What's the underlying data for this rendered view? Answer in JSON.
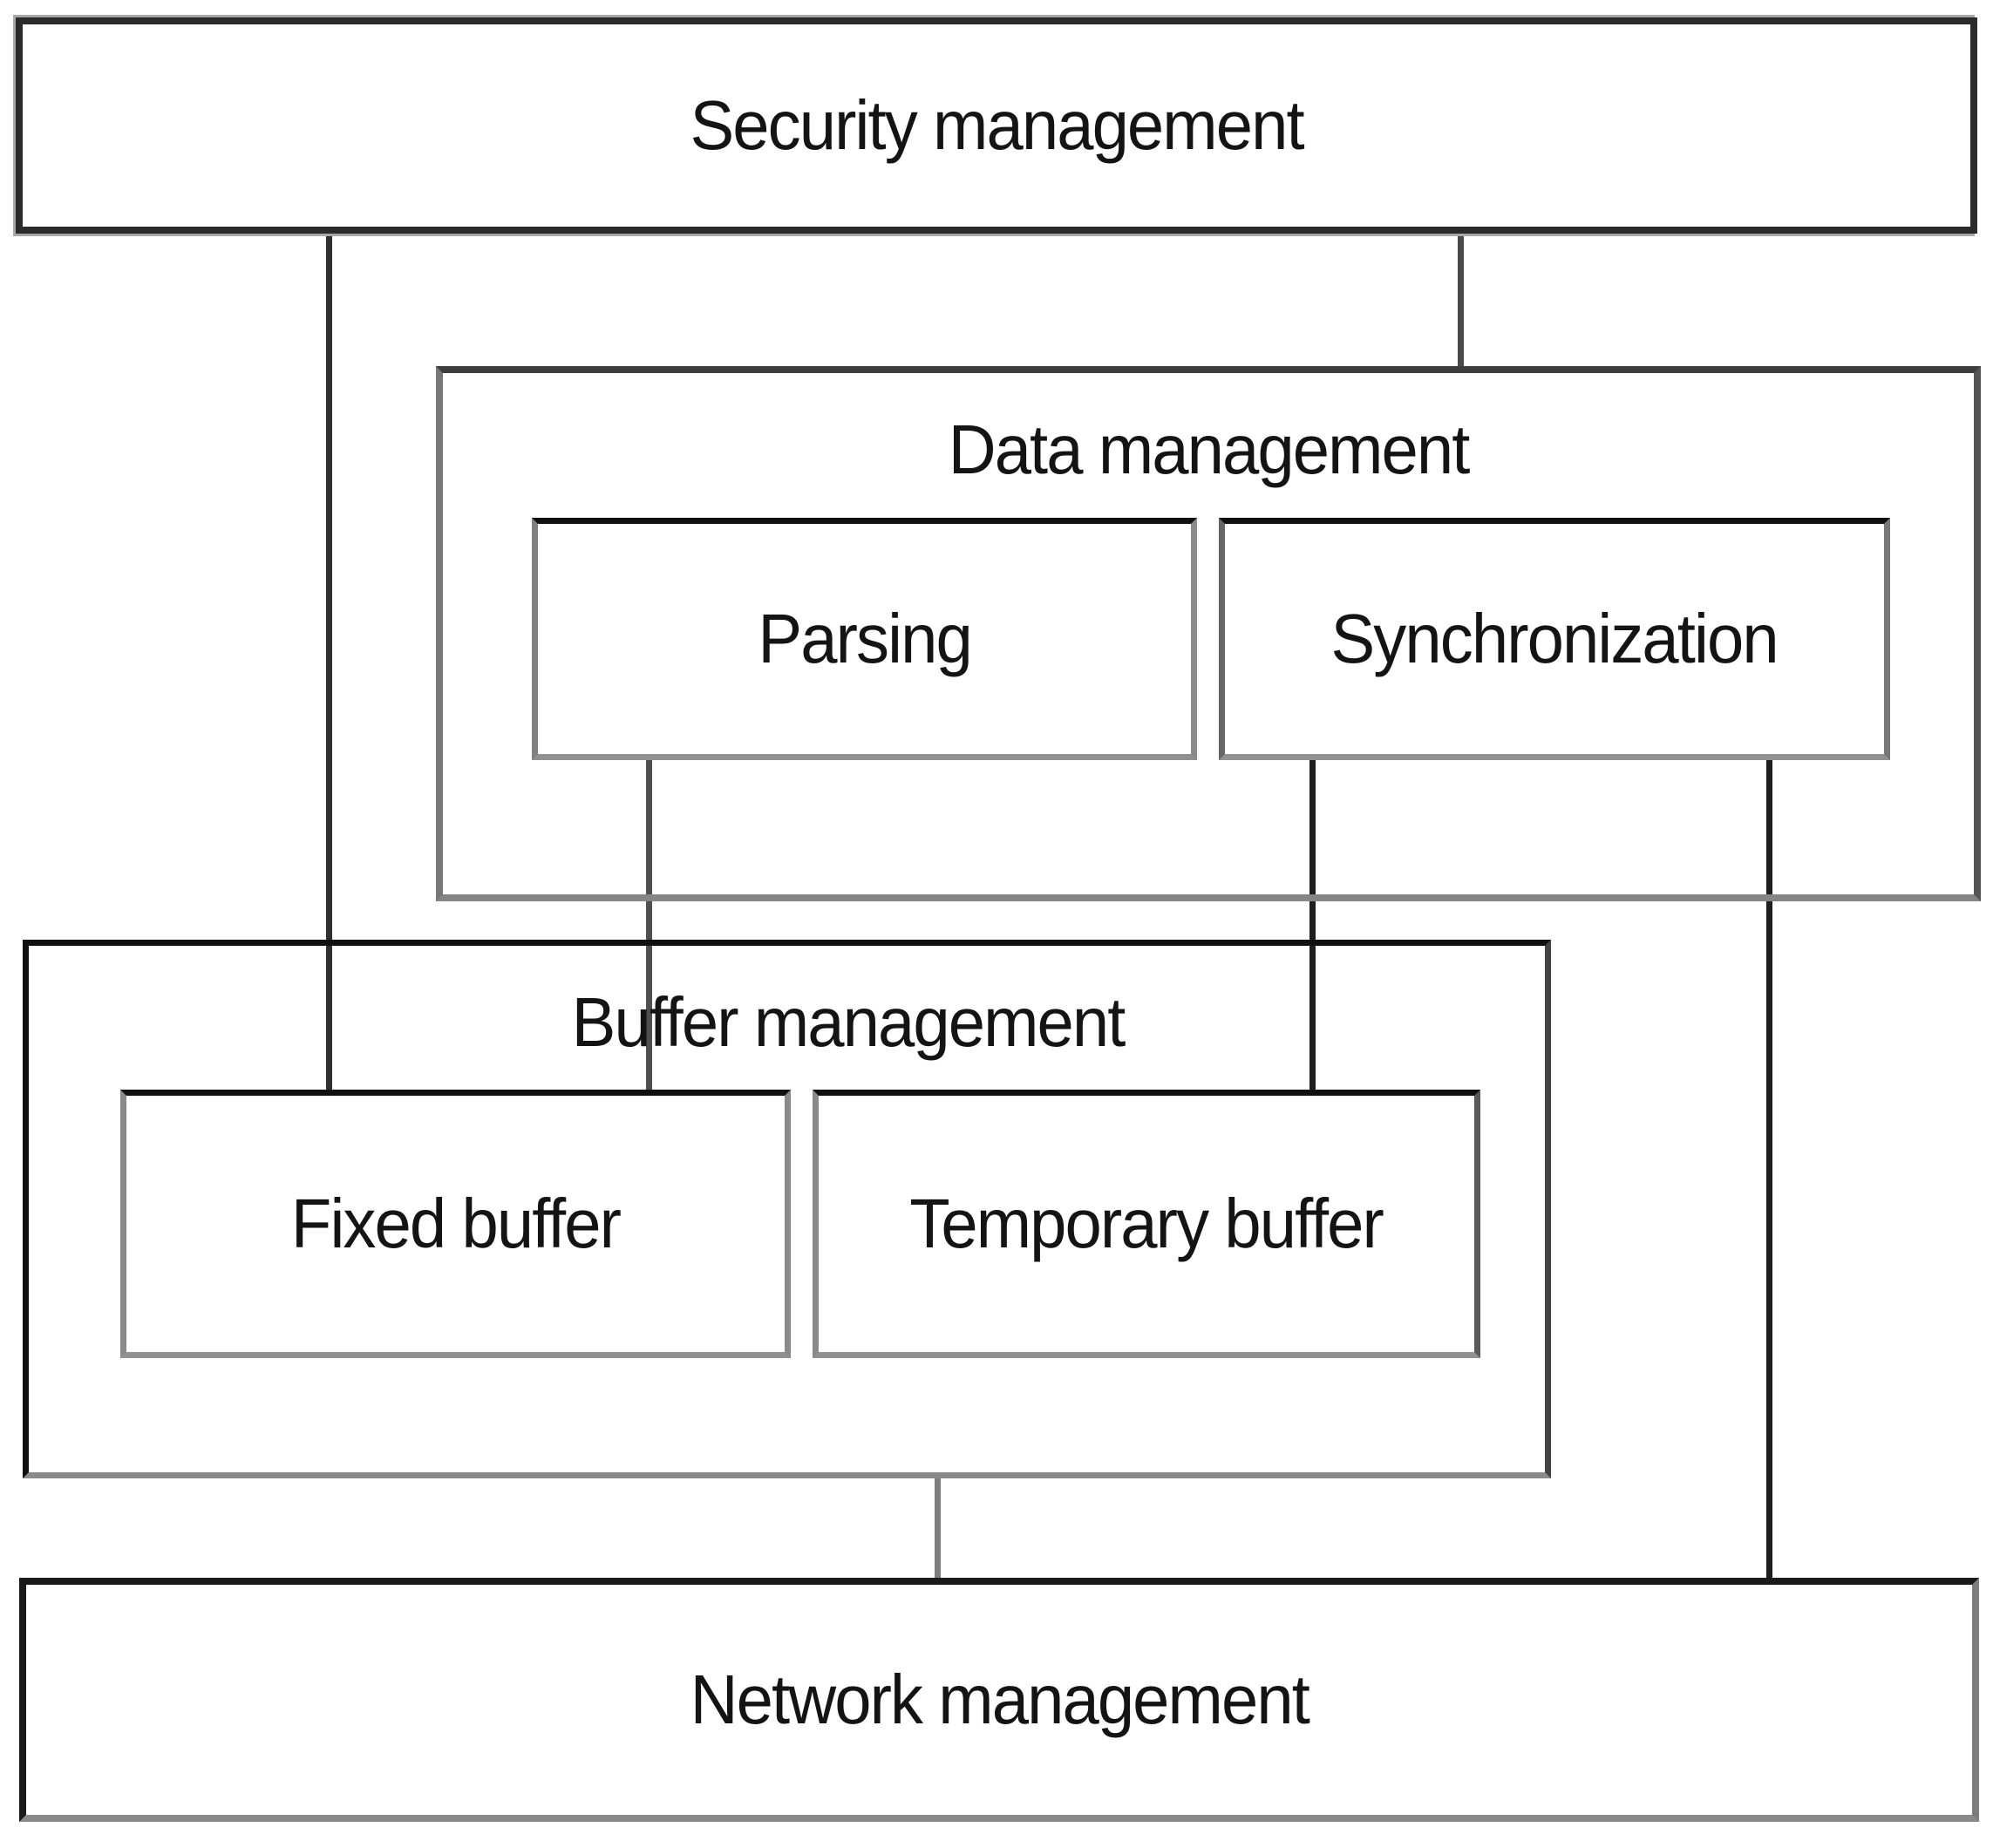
{
  "colors": {
    "background": "#ffffff",
    "ink": "#141414",
    "box_border_dark": "#1f1f1f",
    "box_border_gray": "#8a8a8a",
    "connector_dark": "#2f2f2f",
    "connector_gray": "#7d7d7d"
  },
  "diagram": {
    "nodes": [
      {
        "id": "security",
        "label": "Security management"
      },
      {
        "id": "data",
        "label": "Data management"
      },
      {
        "id": "parsing",
        "label": "Parsing"
      },
      {
        "id": "sync",
        "label": "Synchronization"
      },
      {
        "id": "buffer",
        "label": "Buffer management"
      },
      {
        "id": "fixed",
        "label": "Fixed buffer"
      },
      {
        "id": "temp",
        "label": "Temporary buffer"
      },
      {
        "id": "network",
        "label": "Network management"
      }
    ],
    "connectors": [
      {
        "id": "sec-fixed",
        "from": "security",
        "to": "fixed buffer"
      },
      {
        "id": "sec-data",
        "from": "security",
        "to": "data management"
      },
      {
        "id": "par-fixed",
        "from": "parsing",
        "to": "fixed buffer"
      },
      {
        "id": "syn-temp",
        "from": "synchronization",
        "to": "temporary buffer"
      },
      {
        "id": "syn-net",
        "from": "synchronization",
        "to": "network management"
      },
      {
        "id": "buf-net",
        "from": "buffer management",
        "to": "network management"
      }
    ]
  }
}
